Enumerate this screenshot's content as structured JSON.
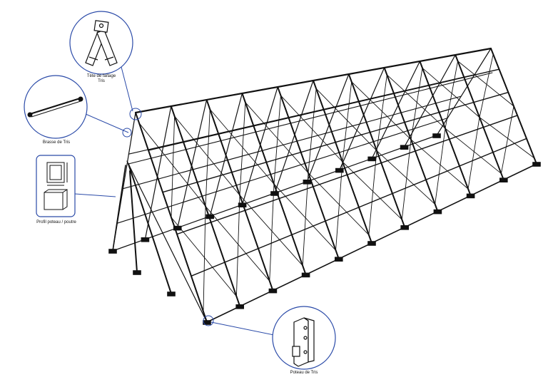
{
  "callouts": {
    "ridge_head": {
      "label_line1": "Tête de faîtage",
      "label_line2": "Tris"
    },
    "brace": {
      "label": "Brasse de Tris"
    },
    "profile": {
      "label": "Profil poteau / poutre"
    },
    "base_plate": {
      "label": "Poteau de Tris"
    }
  },
  "colors": {
    "structure": "#111111",
    "callout": "#2a4aa8",
    "background": "#ffffff"
  }
}
